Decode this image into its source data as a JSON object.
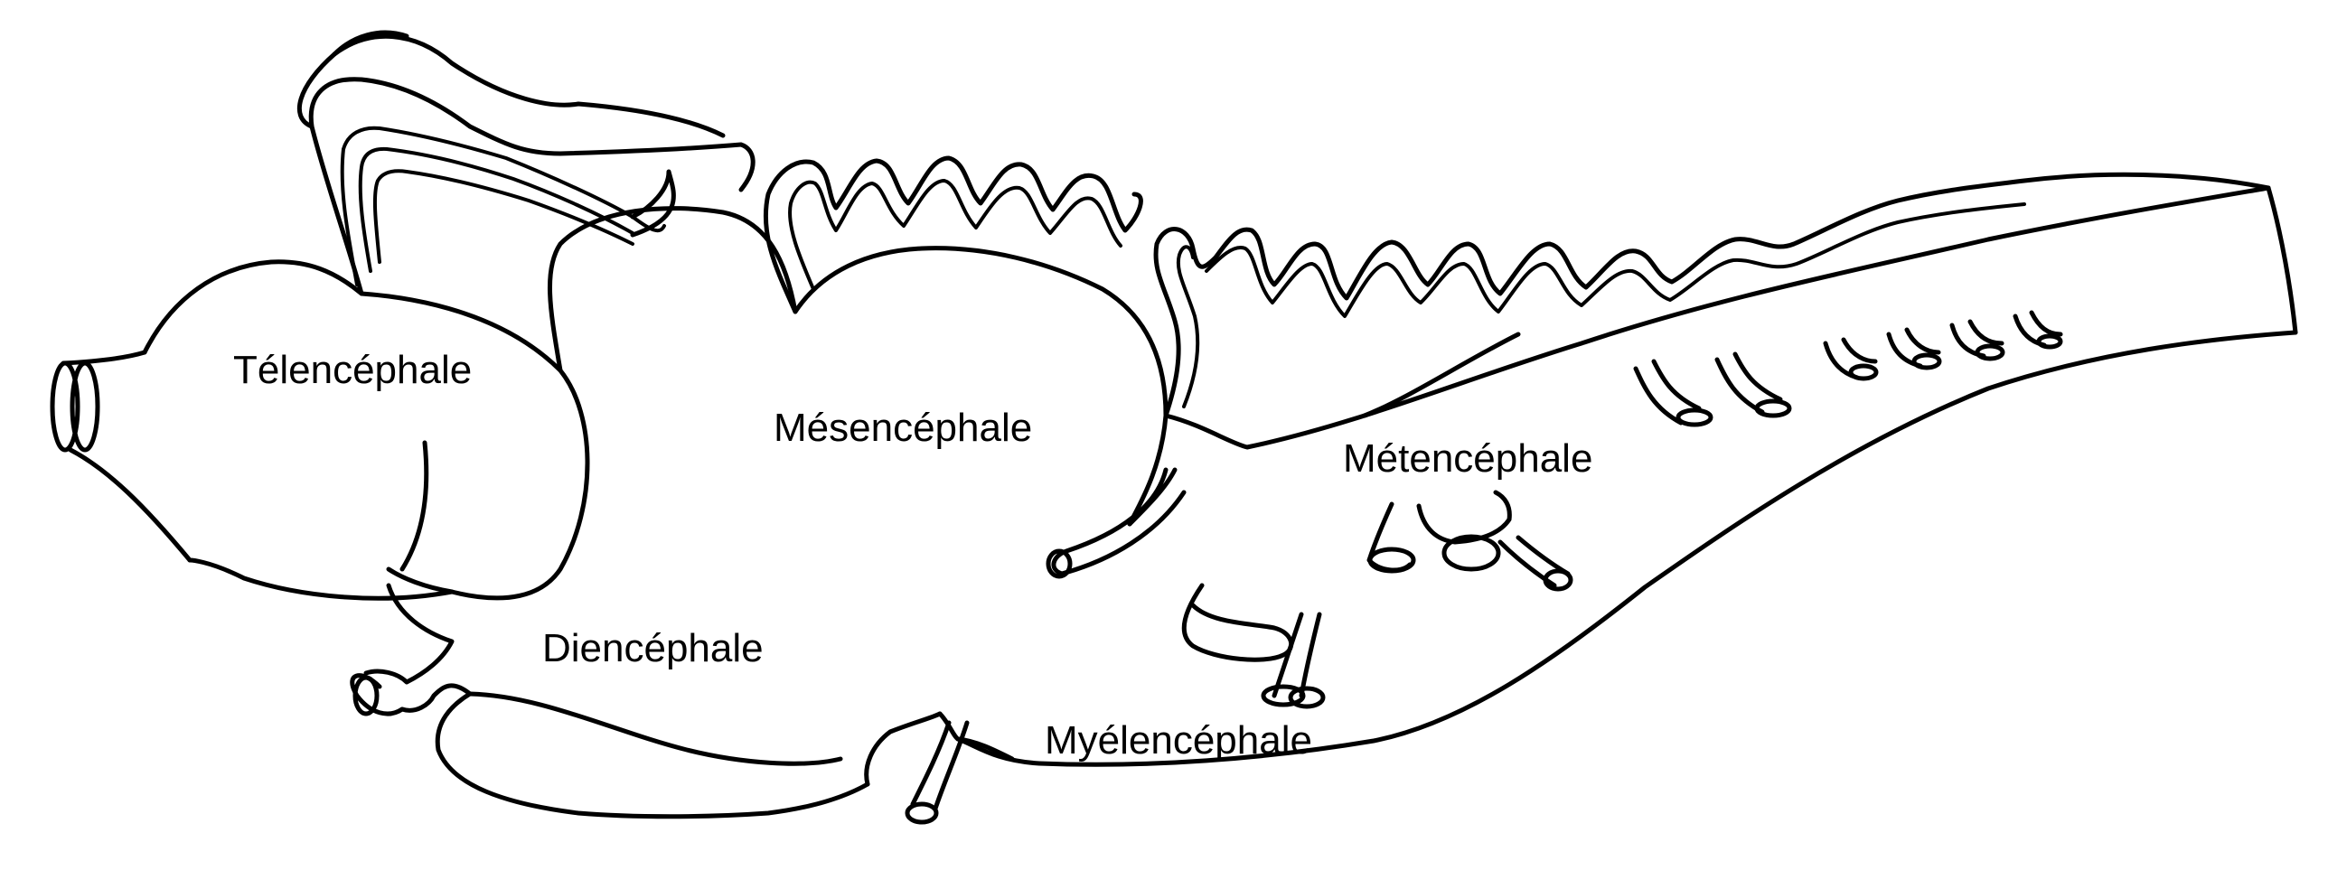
{
  "labels": {
    "telencephale": "Télencéphale",
    "mesencephale": "Mésencéphale",
    "metencephale": "Métencéphale",
    "diencephale": "Diencéphale",
    "myelencephale": "Myélencéphale"
  },
  "colors": {
    "line": "#000000",
    "background": "#ffffff"
  }
}
